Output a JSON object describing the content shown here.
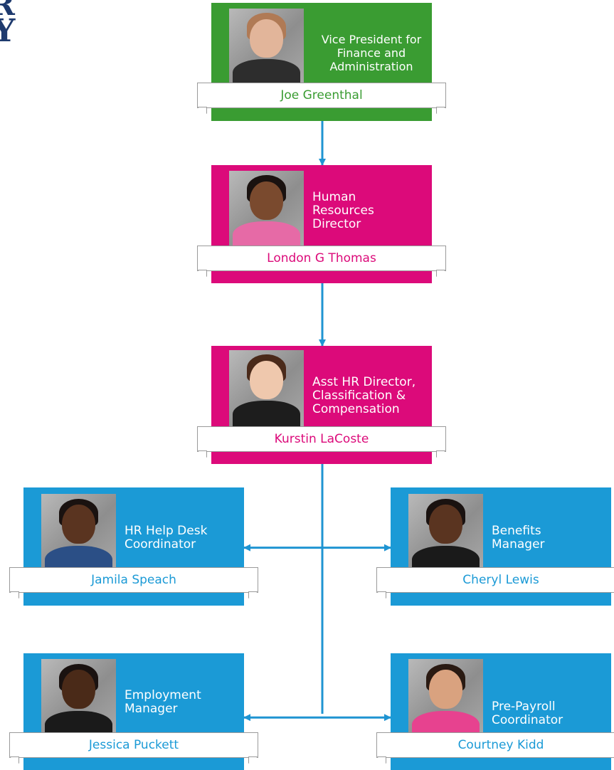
{
  "colors": {
    "executive": "#3a9c32",
    "hr": "#dc0a7a",
    "staff": "#1b9ad6",
    "connector": "#1f94d2",
    "logo": "#1e3a6e"
  },
  "logo": {
    "line1": "R",
    "line2": "Y"
  },
  "nodes": [
    {
      "id": "vp",
      "title": "Vice President for Finance and Administration",
      "name": "Joe Greenthal",
      "theme": "executive"
    },
    {
      "id": "hr-director",
      "title": "Human Resources Director",
      "name": "London G Thomas",
      "theme": "hr"
    },
    {
      "id": "asst-hr-director",
      "title": "Asst HR Director, Classification & Compensation",
      "name": "Kurstin LaCoste",
      "theme": "hr"
    },
    {
      "id": "help-desk",
      "title": "HR Help Desk Coordinator",
      "name": "Jamila Speach",
      "theme": "staff"
    },
    {
      "id": "benefits",
      "title": "Benefits Manager",
      "name": "Cheryl Lewis",
      "theme": "staff"
    },
    {
      "id": "employment",
      "title": "Employment Manager",
      "name": "Jessica Puckett",
      "theme": "staff"
    },
    {
      "id": "pre-payroll",
      "title": "Pre-Payroll Coordinator",
      "name": "Courtney Kidd",
      "theme": "staff"
    }
  ],
  "edges": [
    {
      "from": "vp",
      "to": "hr-director"
    },
    {
      "from": "hr-director",
      "to": "asst-hr-director"
    },
    {
      "from": "asst-hr-director",
      "to": "help-desk"
    },
    {
      "from": "asst-hr-director",
      "to": "benefits"
    },
    {
      "from": "asst-hr-director",
      "to": "employment"
    },
    {
      "from": "asst-hr-director",
      "to": "pre-payroll"
    }
  ]
}
